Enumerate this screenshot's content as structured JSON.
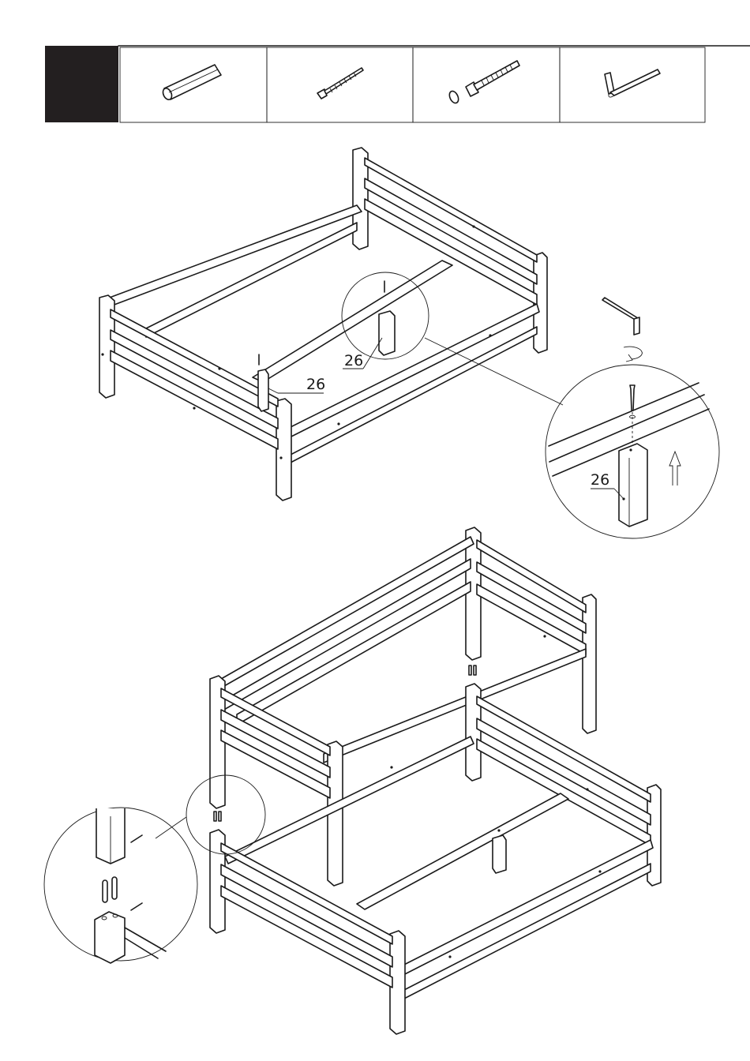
{
  "parts_header": {
    "step_block_color": "#231f20",
    "hardware": [
      {
        "icon": "wooden-dowel-icon"
      },
      {
        "icon": "wood-screw-icon"
      },
      {
        "icon": "bolt-with-washer-icon"
      },
      {
        "icon": "allen-key-icon"
      }
    ]
  },
  "callouts": {
    "label_center_post": "26",
    "label_side_post": "26",
    "label_detail_post": "26"
  },
  "colors": {
    "line": "#1a1a1a",
    "fill": "#ffffff"
  }
}
